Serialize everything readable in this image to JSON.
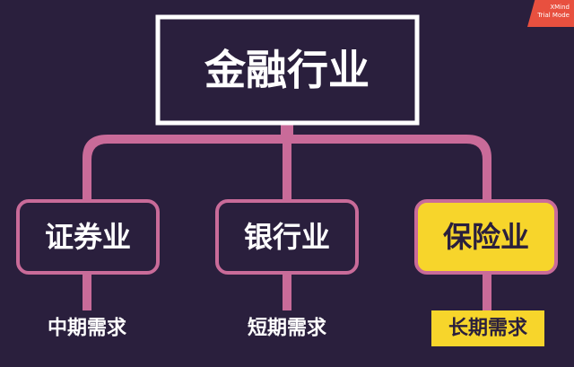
{
  "root": {
    "label": "金融行业"
  },
  "branches": [
    {
      "label": "证券业",
      "leaf": "中期需求",
      "highlight": false
    },
    {
      "label": "银行业",
      "leaf": "短期需求",
      "highlight": false
    },
    {
      "label": "保险业",
      "leaf": "长期需求",
      "highlight": true
    }
  ],
  "watermark": {
    "line1": "XMind",
    "line2": "Trial Mode"
  },
  "colors": {
    "background": "#2a1f3d",
    "connector": "#c96b99",
    "highlight": "#f7d52b",
    "watermark": "#e8503f"
  }
}
